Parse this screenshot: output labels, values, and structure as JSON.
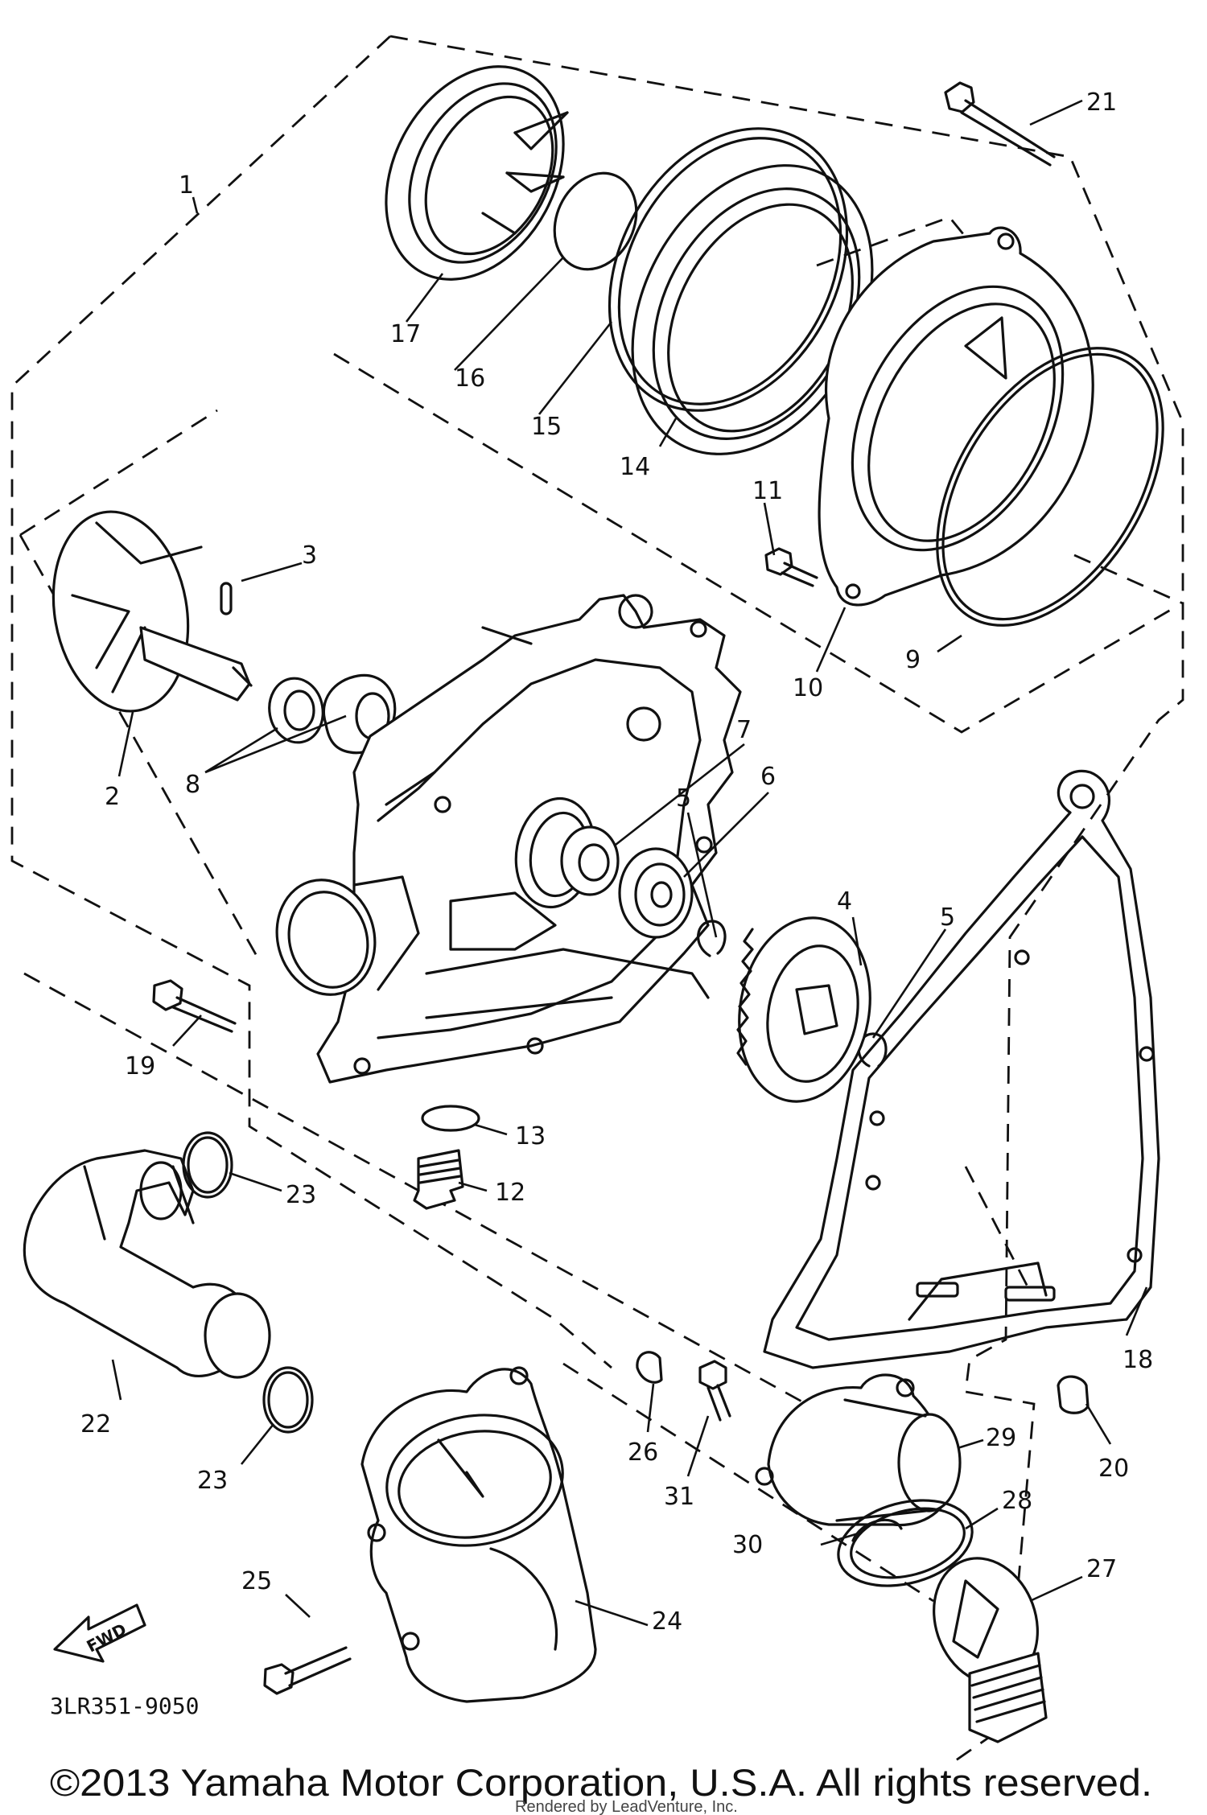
{
  "diagram": {
    "part_code": "3LR351-9050",
    "fwd_label": "FWD",
    "copyright": "©2013 Yamaha Motor Corporation, U.S.A. All rights reserved.",
    "rendered_by": "Rendered by LeadVenture, Inc.",
    "callouts": [
      {
        "id": "c1",
        "label": "1"
      },
      {
        "id": "c2",
        "label": "2"
      },
      {
        "id": "c3",
        "label": "3"
      },
      {
        "id": "c4",
        "label": "4"
      },
      {
        "id": "c5a",
        "label": "5"
      },
      {
        "id": "c5b",
        "label": "5"
      },
      {
        "id": "c6",
        "label": "6"
      },
      {
        "id": "c7",
        "label": "7"
      },
      {
        "id": "c8",
        "label": "8"
      },
      {
        "id": "c9",
        "label": "9"
      },
      {
        "id": "c10",
        "label": "10"
      },
      {
        "id": "c11",
        "label": "11"
      },
      {
        "id": "c12",
        "label": "12"
      },
      {
        "id": "c13",
        "label": "13"
      },
      {
        "id": "c14",
        "label": "14"
      },
      {
        "id": "c15",
        "label": "15"
      },
      {
        "id": "c16",
        "label": "16"
      },
      {
        "id": "c17",
        "label": "17"
      },
      {
        "id": "c18",
        "label": "18"
      },
      {
        "id": "c19",
        "label": "19"
      },
      {
        "id": "c20",
        "label": "20"
      },
      {
        "id": "c21",
        "label": "21"
      },
      {
        "id": "c22",
        "label": "22"
      },
      {
        "id": "c23a",
        "label": "23"
      },
      {
        "id": "c23b",
        "label": "23"
      },
      {
        "id": "c24",
        "label": "24"
      },
      {
        "id": "c25",
        "label": "25"
      },
      {
        "id": "c26",
        "label": "26"
      },
      {
        "id": "c27",
        "label": "27"
      },
      {
        "id": "c28",
        "label": "28"
      },
      {
        "id": "c29",
        "label": "29"
      },
      {
        "id": "c30",
        "label": "30"
      },
      {
        "id": "c31",
        "label": "31"
      }
    ]
  }
}
